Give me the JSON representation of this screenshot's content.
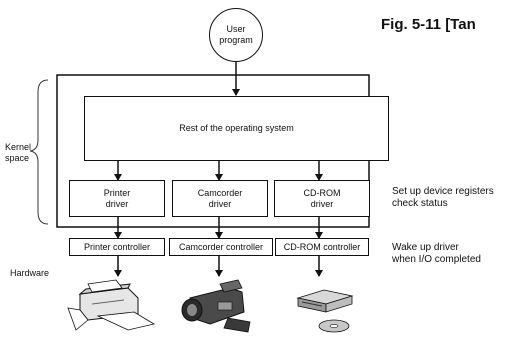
{
  "figure_title": "Fig. 5-11 [Tan",
  "user_program": "User\nprogram",
  "os_rest": "Rest of the operating system",
  "kernel_space_label": "Kernel\nspace",
  "hardware_label": "Hardware",
  "drivers": [
    {
      "label": "Printer\ndriver"
    },
    {
      "label": "Camcorder\ndriver"
    },
    {
      "label": "CD-ROM\ndriver"
    }
  ],
  "controllers": [
    {
      "label": "Printer controller"
    },
    {
      "label": "Camcorder controller"
    },
    {
      "label": "CD-ROM controller"
    }
  ],
  "annotations": {
    "driver_note": "Set up device registers\ncheck status",
    "controller_note": "Wake up driver\nwhen I/O completed"
  },
  "devices": [
    {
      "icon": "printer-icon"
    },
    {
      "icon": "camcorder-icon"
    },
    {
      "icon": "cdrom-drive-icon"
    }
  ]
}
